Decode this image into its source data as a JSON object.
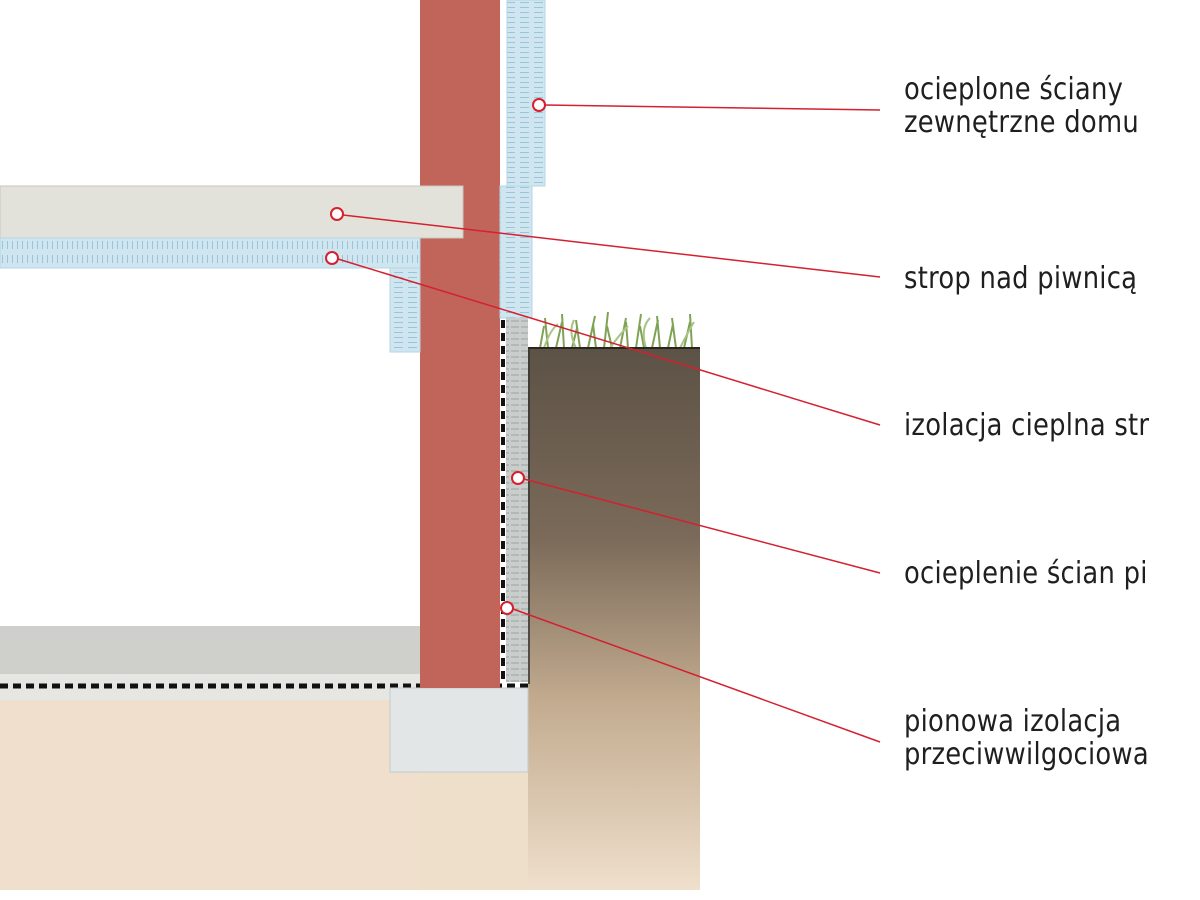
{
  "labels": [
    {
      "lines": [
        "ocieplone ściany",
        "zewnętrzne domu"
      ]
    },
    {
      "lines": [
        "strop nad piwnicą"
      ]
    },
    {
      "lines": [
        "izolacja cieplna str"
      ]
    },
    {
      "lines": [
        "ocieplenie ścian pi"
      ]
    },
    {
      "lines": [
        "pionowa izolacja",
        "przeciwwilgociowa"
      ]
    }
  ],
  "colors": {
    "wall": "#c1645a",
    "slab": "#e3e2da",
    "insulation": "#cfe6f1",
    "soil_top": "#5c5246",
    "soil_bottom": "#efdfcc",
    "leader": "#d4202f",
    "grass": "#7fa356"
  }
}
